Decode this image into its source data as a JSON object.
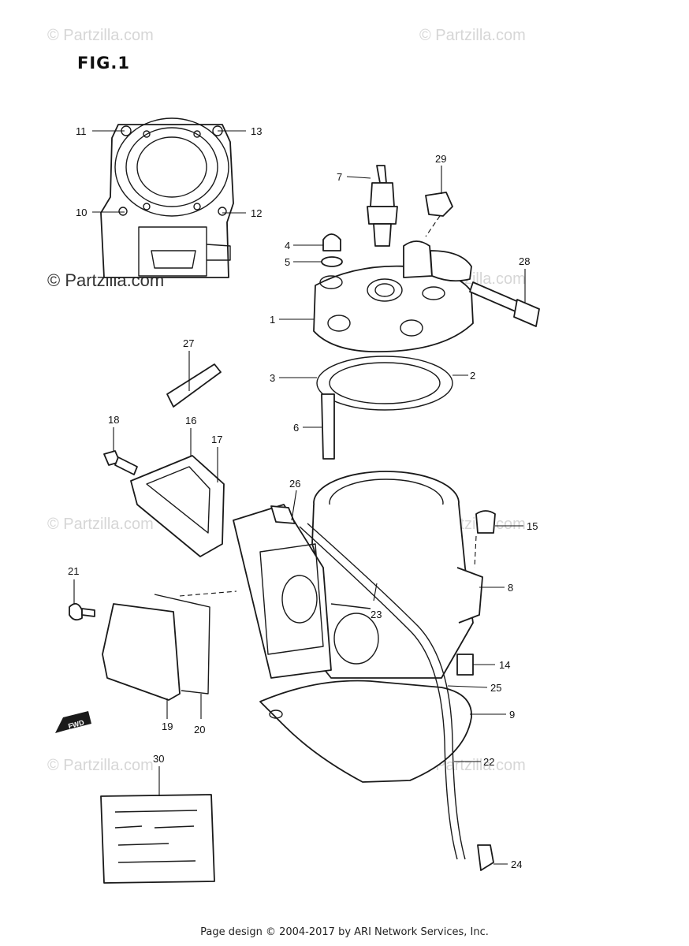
{
  "figure_label": "FIG.1",
  "watermarks": [
    "© Partzilla.com",
    "© Partzilla.com",
    "© Partzilla.com",
    "© Partzilla.com",
    "© Partzilla.com",
    "© Partzilla.com",
    "© Partzilla.com",
    "© Partzilla.com"
  ],
  "fwd_label": "FWD",
  "footer": "Page design © 2004-2017 by ARI Network Services, Inc.",
  "callouts": [
    "1",
    "2",
    "3",
    "4",
    "5",
    "6",
    "7",
    "8",
    "9",
    "10",
    "11",
    "12",
    "13",
    "14",
    "15",
    "16",
    "17",
    "18",
    "19",
    "20",
    "21",
    "22",
    "23",
    "24",
    "25",
    "26",
    "27",
    "28",
    "29",
    "30"
  ]
}
